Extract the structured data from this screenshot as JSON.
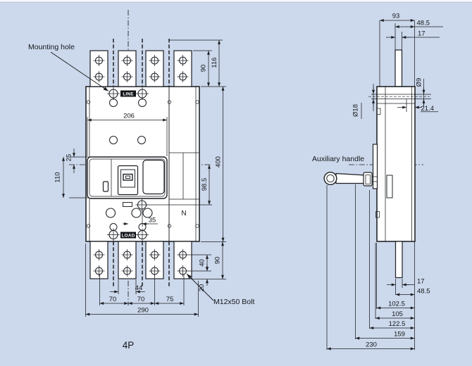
{
  "drawing_title": "4P molded-case circuit breaker outline drawing",
  "colors": {
    "background": "#ccd8eb",
    "line": "#1c1f24",
    "badge": "#111418",
    "device_fill": "#ffffff"
  },
  "front": {
    "label_mounting_hole": "Mounting hole",
    "badge_line": "LINE",
    "badge_load": "LOAD",
    "label_n": "N",
    "label_bolt": "M12x50 Bolt",
    "caption": "4P",
    "dim_90_top": "90",
    "dim_116": "116",
    "dim_206": "206",
    "dim_25": "25",
    "dim_110": "110",
    "dim_400": "400",
    "dim_98_5": "98.5",
    "dim_35": "35",
    "dim_44": "44",
    "dim_70a": "70",
    "dim_70b": "70",
    "dim_75": "75",
    "dim_290": "290",
    "dim_40": "40",
    "dim_90_bottom": "90",
    "dim_20": "20"
  },
  "side": {
    "label_aux_handle": "Auxiliary handle",
    "dim_93": "93",
    "dim_48_5_top": "48.5",
    "dim_17_top": "17",
    "dim_d9": "Ø9",
    "dim_d18": "Ø18",
    "dim_21_4": "21.4",
    "dim_17_bottom": "17",
    "dim_48_5_bottom": "48.5",
    "dim_102_5": "102.5",
    "dim_105": "105",
    "dim_122_5": "122.5",
    "dim_159": "159",
    "dim_230": "230"
  }
}
